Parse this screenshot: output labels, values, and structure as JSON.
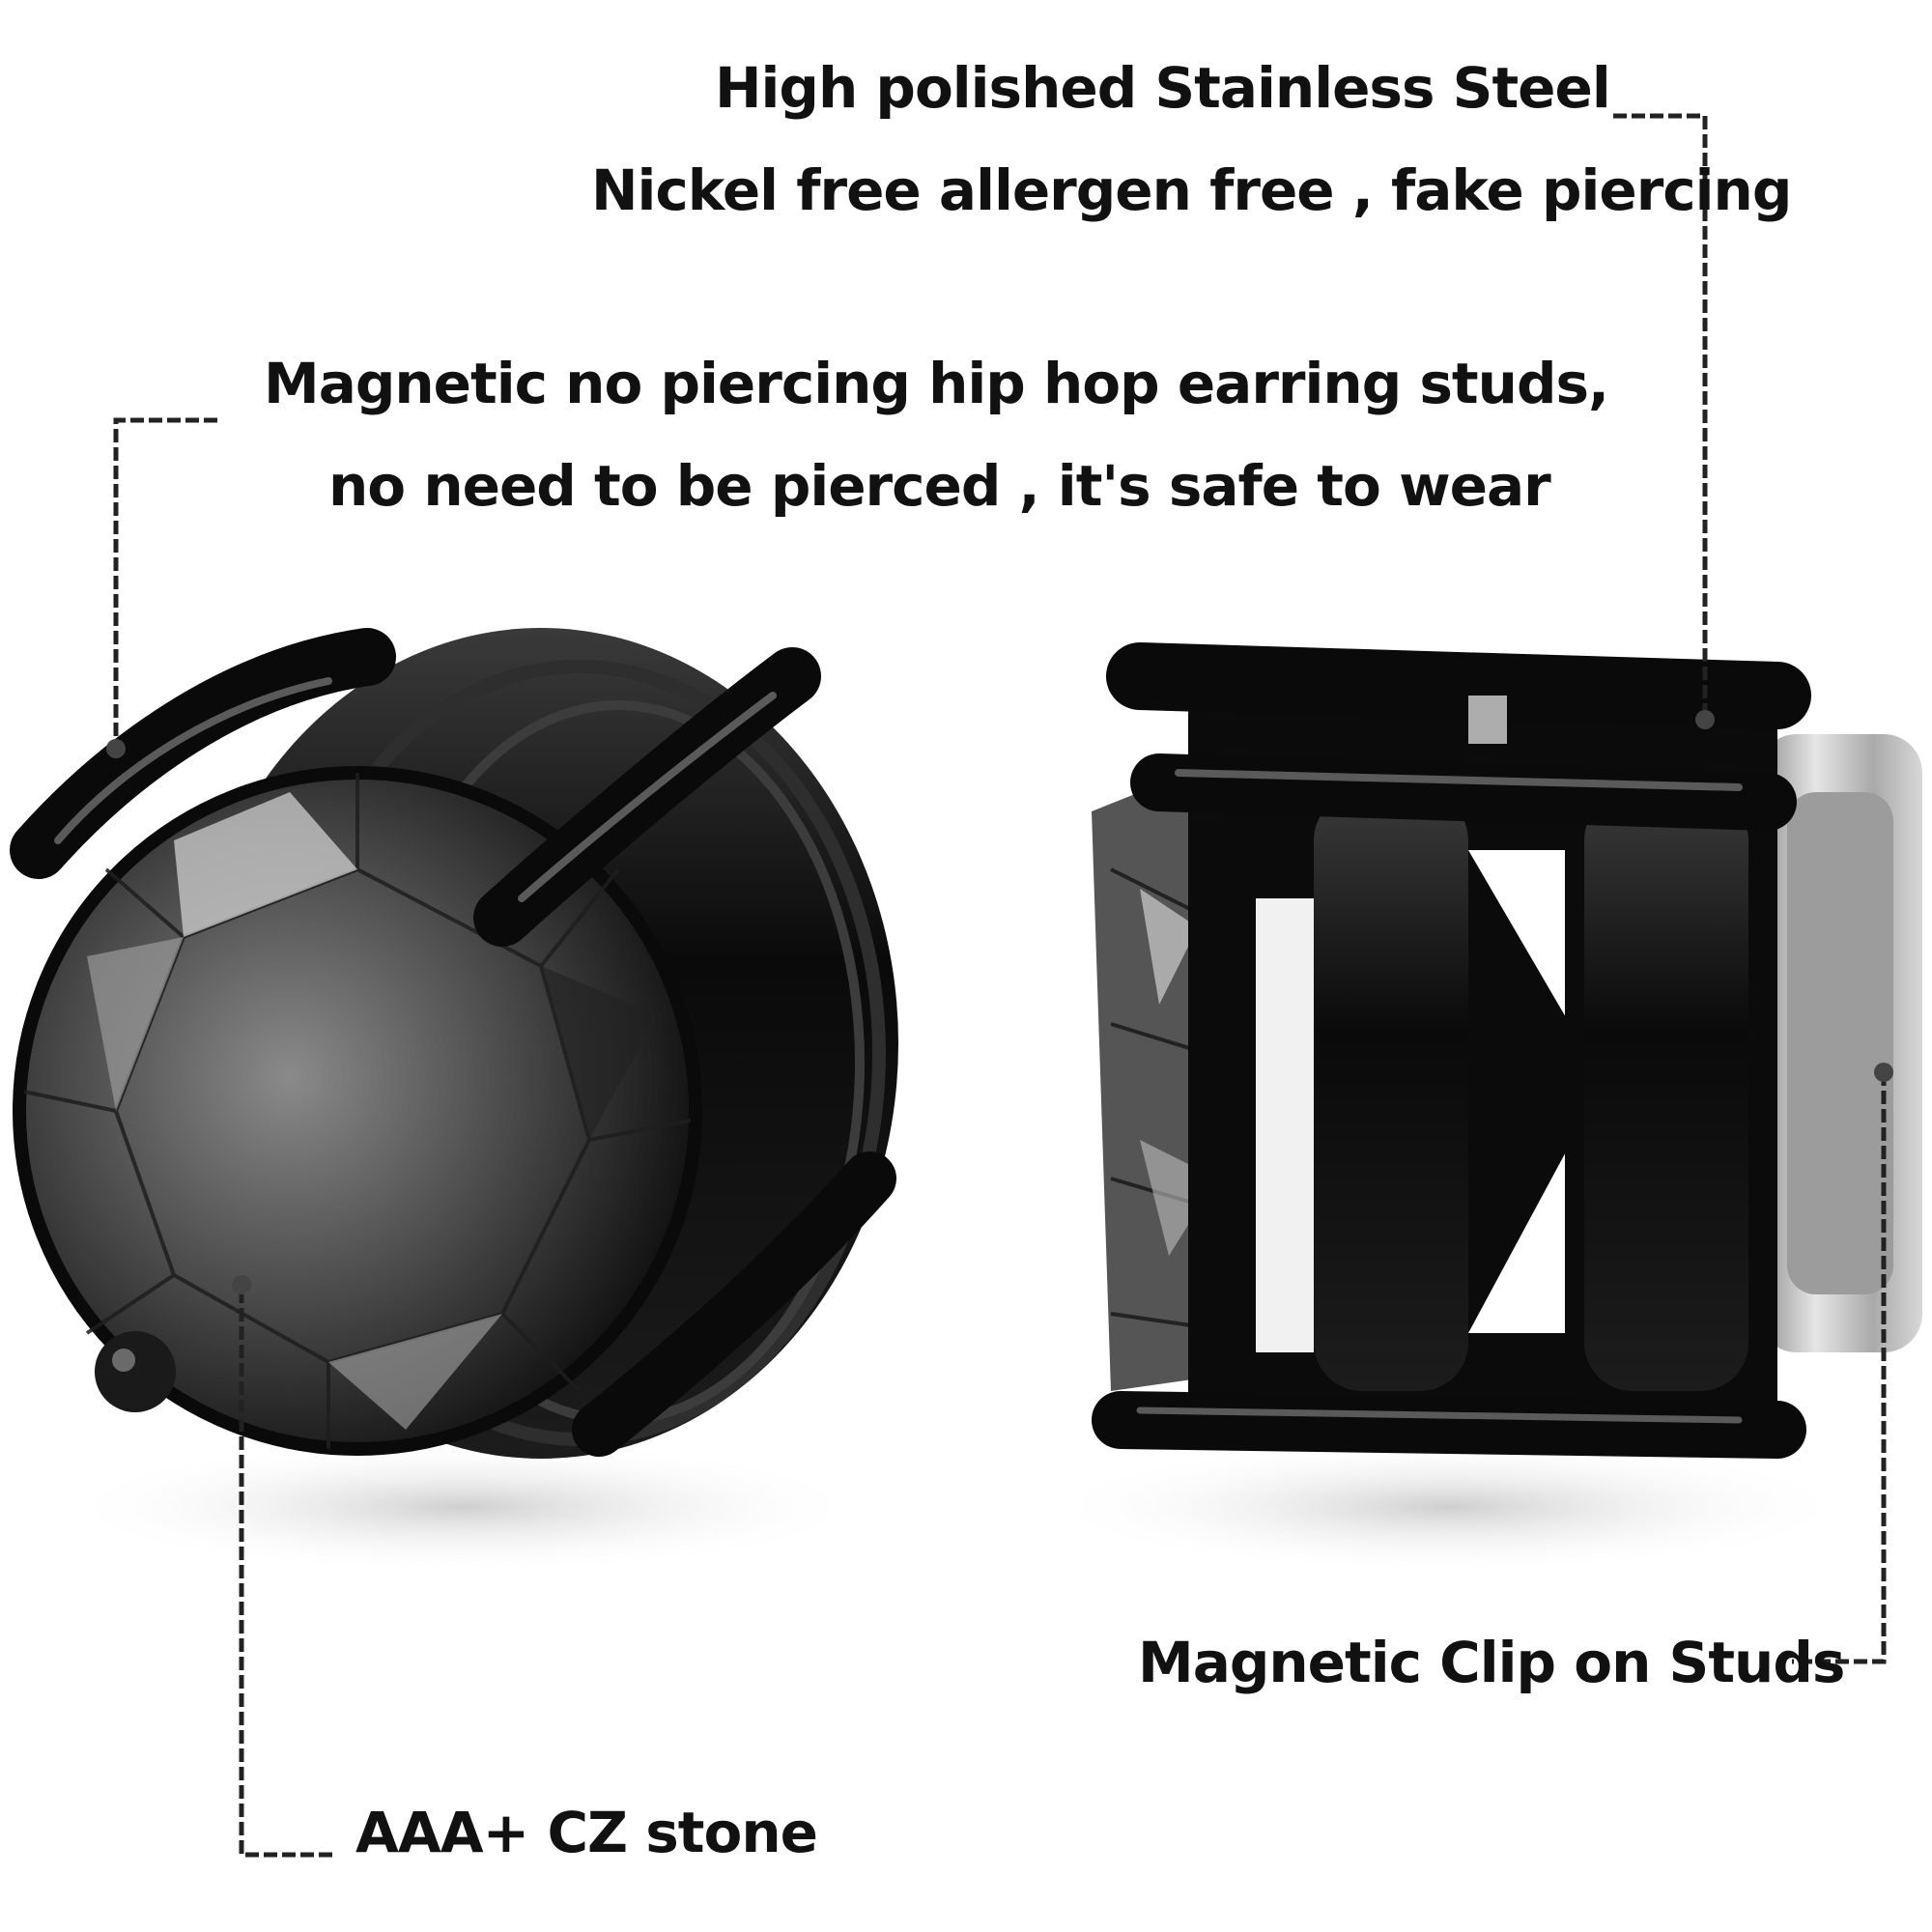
{
  "callouts": {
    "steel": {
      "line1": "High polished Stainless Steel",
      "line2": "Nickel free allergen free , fake piercing"
    },
    "magnetic": {
      "line1": "Magnetic no piercing hip hop earring studs,",
      "line2": "no need to be pierced , it's safe to wear"
    },
    "clip": "Magnetic Clip on Studs",
    "stone": "AAA+ CZ stone"
  },
  "colors": {
    "background": "#ffffff",
    "text": "#111111",
    "metal_black": "#0b0b0b",
    "stone_gray": "#5a5a5a",
    "magnet_silver": "#b8b8b8",
    "leader_line": "#222222"
  },
  "objects": [
    "round-black-cz-stud-earring-front",
    "magnetic-clip-stud-earring-side"
  ]
}
